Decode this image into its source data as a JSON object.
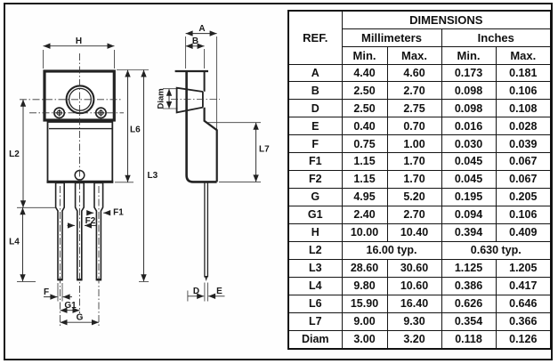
{
  "table": {
    "title": "DIMENSIONS",
    "ref_header": "REF.",
    "unit_headers": {
      "mm": "Millimeters",
      "inches": "Inches"
    },
    "minmax": [
      "Min.",
      "Max.",
      "Min.",
      "Max."
    ],
    "rows": [
      {
        "ref": "A",
        "mm_min": "4.40",
        "mm_max": "4.60",
        "in_min": "0.173",
        "in_max": "0.181"
      },
      {
        "ref": "B",
        "mm_min": "2.50",
        "mm_max": "2.70",
        "in_min": "0.098",
        "in_max": "0.106"
      },
      {
        "ref": "D",
        "mm_min": "2.50",
        "mm_max": "2.75",
        "in_min": "0.098",
        "in_max": "0.108"
      },
      {
        "ref": "E",
        "mm_min": "0.40",
        "mm_max": "0.70",
        "in_min": "0.016",
        "in_max": "0.028"
      },
      {
        "ref": "F",
        "mm_min": "0.75",
        "mm_max": "1.00",
        "in_min": "0.030",
        "in_max": "0.039"
      },
      {
        "ref": "F1",
        "mm_min": "1.15",
        "mm_max": "1.70",
        "in_min": "0.045",
        "in_max": "0.067"
      },
      {
        "ref": "F2",
        "mm_min": "1.15",
        "mm_max": "1.70",
        "in_min": "0.045",
        "in_max": "0.067"
      },
      {
        "ref": "G",
        "mm_min": "4.95",
        "mm_max": "5.20",
        "in_min": "0.195",
        "in_max": "0.205"
      },
      {
        "ref": "G1",
        "mm_min": "2.40",
        "mm_max": "2.70",
        "in_min": "0.094",
        "in_max": "0.106"
      },
      {
        "ref": "H",
        "mm_min": "10.00",
        "mm_max": "10.40",
        "in_min": "0.394",
        "in_max": "0.409"
      },
      {
        "ref": "L2",
        "mm": "16.00 typ.",
        "inch": "0.630 typ."
      },
      {
        "ref": "L3",
        "mm_min": "28.60",
        "mm_max": "30.60",
        "in_min": "1.125",
        "in_max": "1.205"
      },
      {
        "ref": "L4",
        "mm_min": "9.80",
        "mm_max": "10.60",
        "in_min": "0.386",
        "in_max": "0.417"
      },
      {
        "ref": "L6",
        "mm_min": "15.90",
        "mm_max": "16.40",
        "in_min": "0.626",
        "in_max": "0.646"
      },
      {
        "ref": "L7",
        "mm_min": "9.00",
        "mm_max": "9.30",
        "in_min": "0.354",
        "in_max": "0.366"
      },
      {
        "ref": "Diam",
        "mm_min": "3.00",
        "mm_max": "3.20",
        "in_min": "0.118",
        "in_max": "0.126"
      }
    ]
  },
  "drawing": {
    "labels": {
      "h": "H",
      "l2": "L2",
      "l4": "L4",
      "f": "F",
      "g1": "G1",
      "g": "G",
      "f1": "F1",
      "f2": "F2",
      "l6": "L6",
      "l3": "L3",
      "a": "A",
      "b": "B",
      "diam": "Diam",
      "l7": "L7",
      "d": "D",
      "e": "E"
    },
    "line_color": "#222222",
    "accent_color": "#141414"
  }
}
